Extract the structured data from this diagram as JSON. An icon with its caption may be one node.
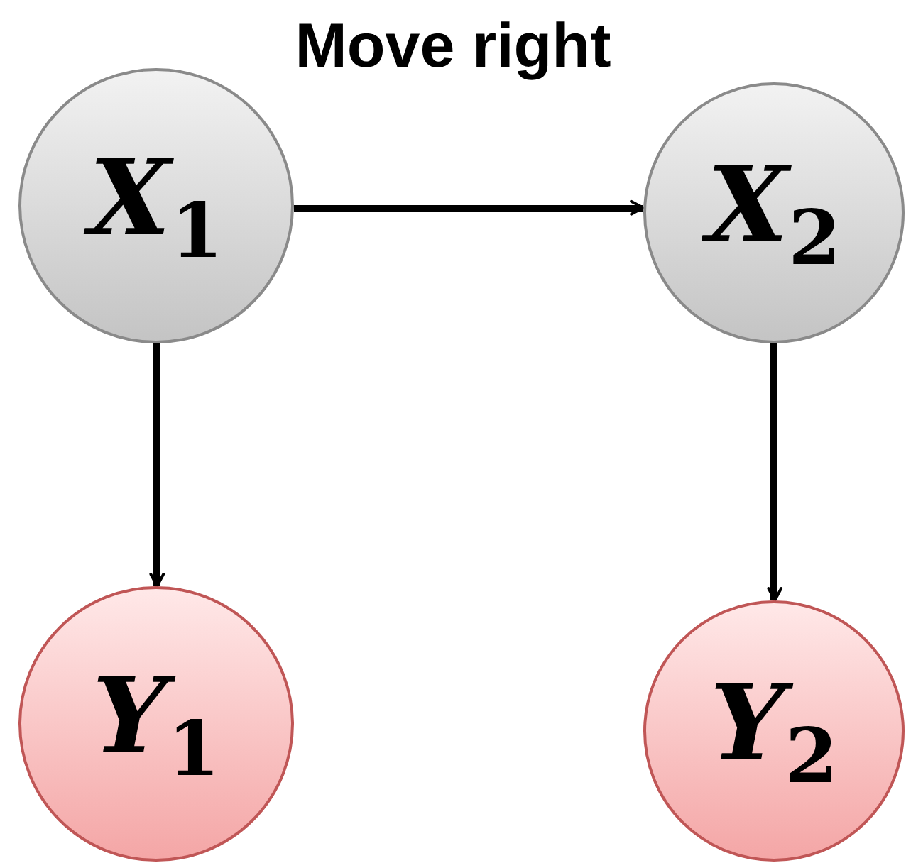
{
  "diagram": {
    "title": "Move right",
    "nodes": [
      {
        "text": [
          "*X*$_{1}$"
        ]
      },
      {
        "text": [
          "*X*$_{2}$"
        ]
      },
      {
        "text": [
          "*Y*$_{1}$"
        ]
      },
      {
        "text": [
          "*Y*$_{2}$"
        ]
      }
    ],
    "edges": [
      {
        "from": 0,
        "to": 1,
        "arrow": "to"
      },
      {
        "from": 0,
        "to": 2,
        "arrow": "to"
      },
      {
        "from": 1,
        "to": 3,
        "arrow": "to"
      }
    ]
  }
}
